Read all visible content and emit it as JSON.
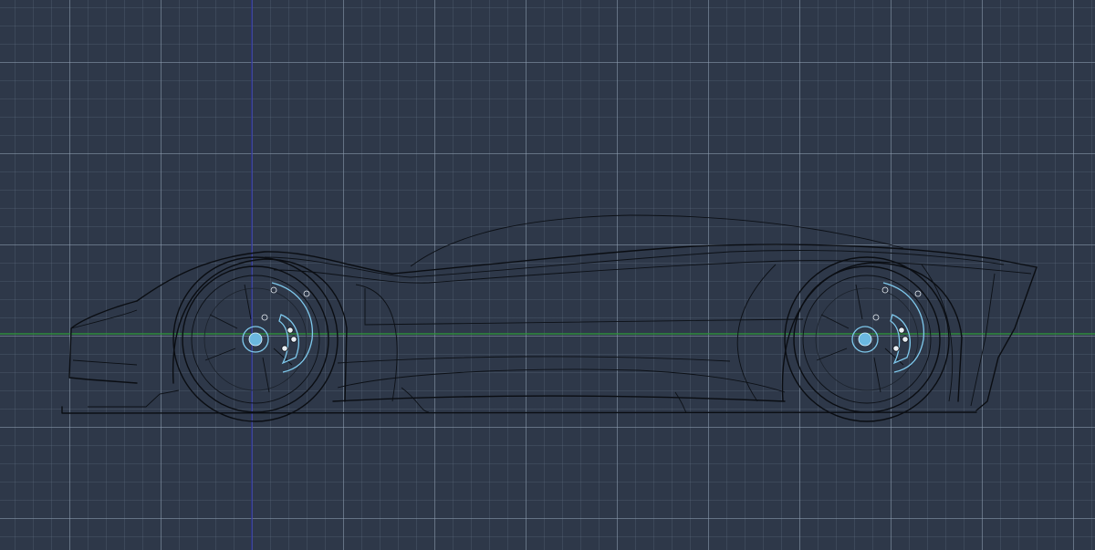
{
  "viewport": {
    "background": "#2e3849",
    "grid_major": "#96a5b9",
    "grid_minor": "#6e7d91",
    "x_axis_color": "#2f9a3a",
    "y_axis_color": "#2a2fa0",
    "wire_color": "#0a0d12",
    "selection_color": "#7ec8ec"
  },
  "model": {
    "view": "side",
    "wheels": [
      "front-wheel",
      "rear-wheel"
    ]
  }
}
